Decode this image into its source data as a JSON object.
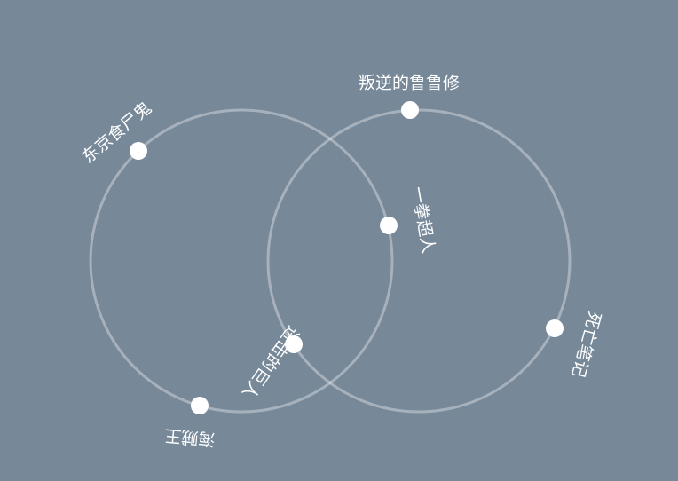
{
  "colors": {
    "background": "#778899",
    "ring": "rgba(255,255,255,0.35)",
    "node": "#ffffff",
    "label": "#ffffff"
  },
  "rings": [
    {
      "name": "ring-left"
    },
    {
      "name": "ring-right"
    }
  ],
  "nodes": [
    {
      "id": "tokyo-ghoul",
      "label": "东京食尸鬼"
    },
    {
      "id": "code-geass",
      "label": "叛逆的鲁鲁修"
    },
    {
      "id": "one-punch-man",
      "label": "一拳超人"
    },
    {
      "id": "death-note",
      "label": "死亡笔记"
    },
    {
      "id": "attack-on-titan",
      "label": "进击的巨人"
    },
    {
      "id": "one-piece",
      "label": "海贼王"
    }
  ]
}
